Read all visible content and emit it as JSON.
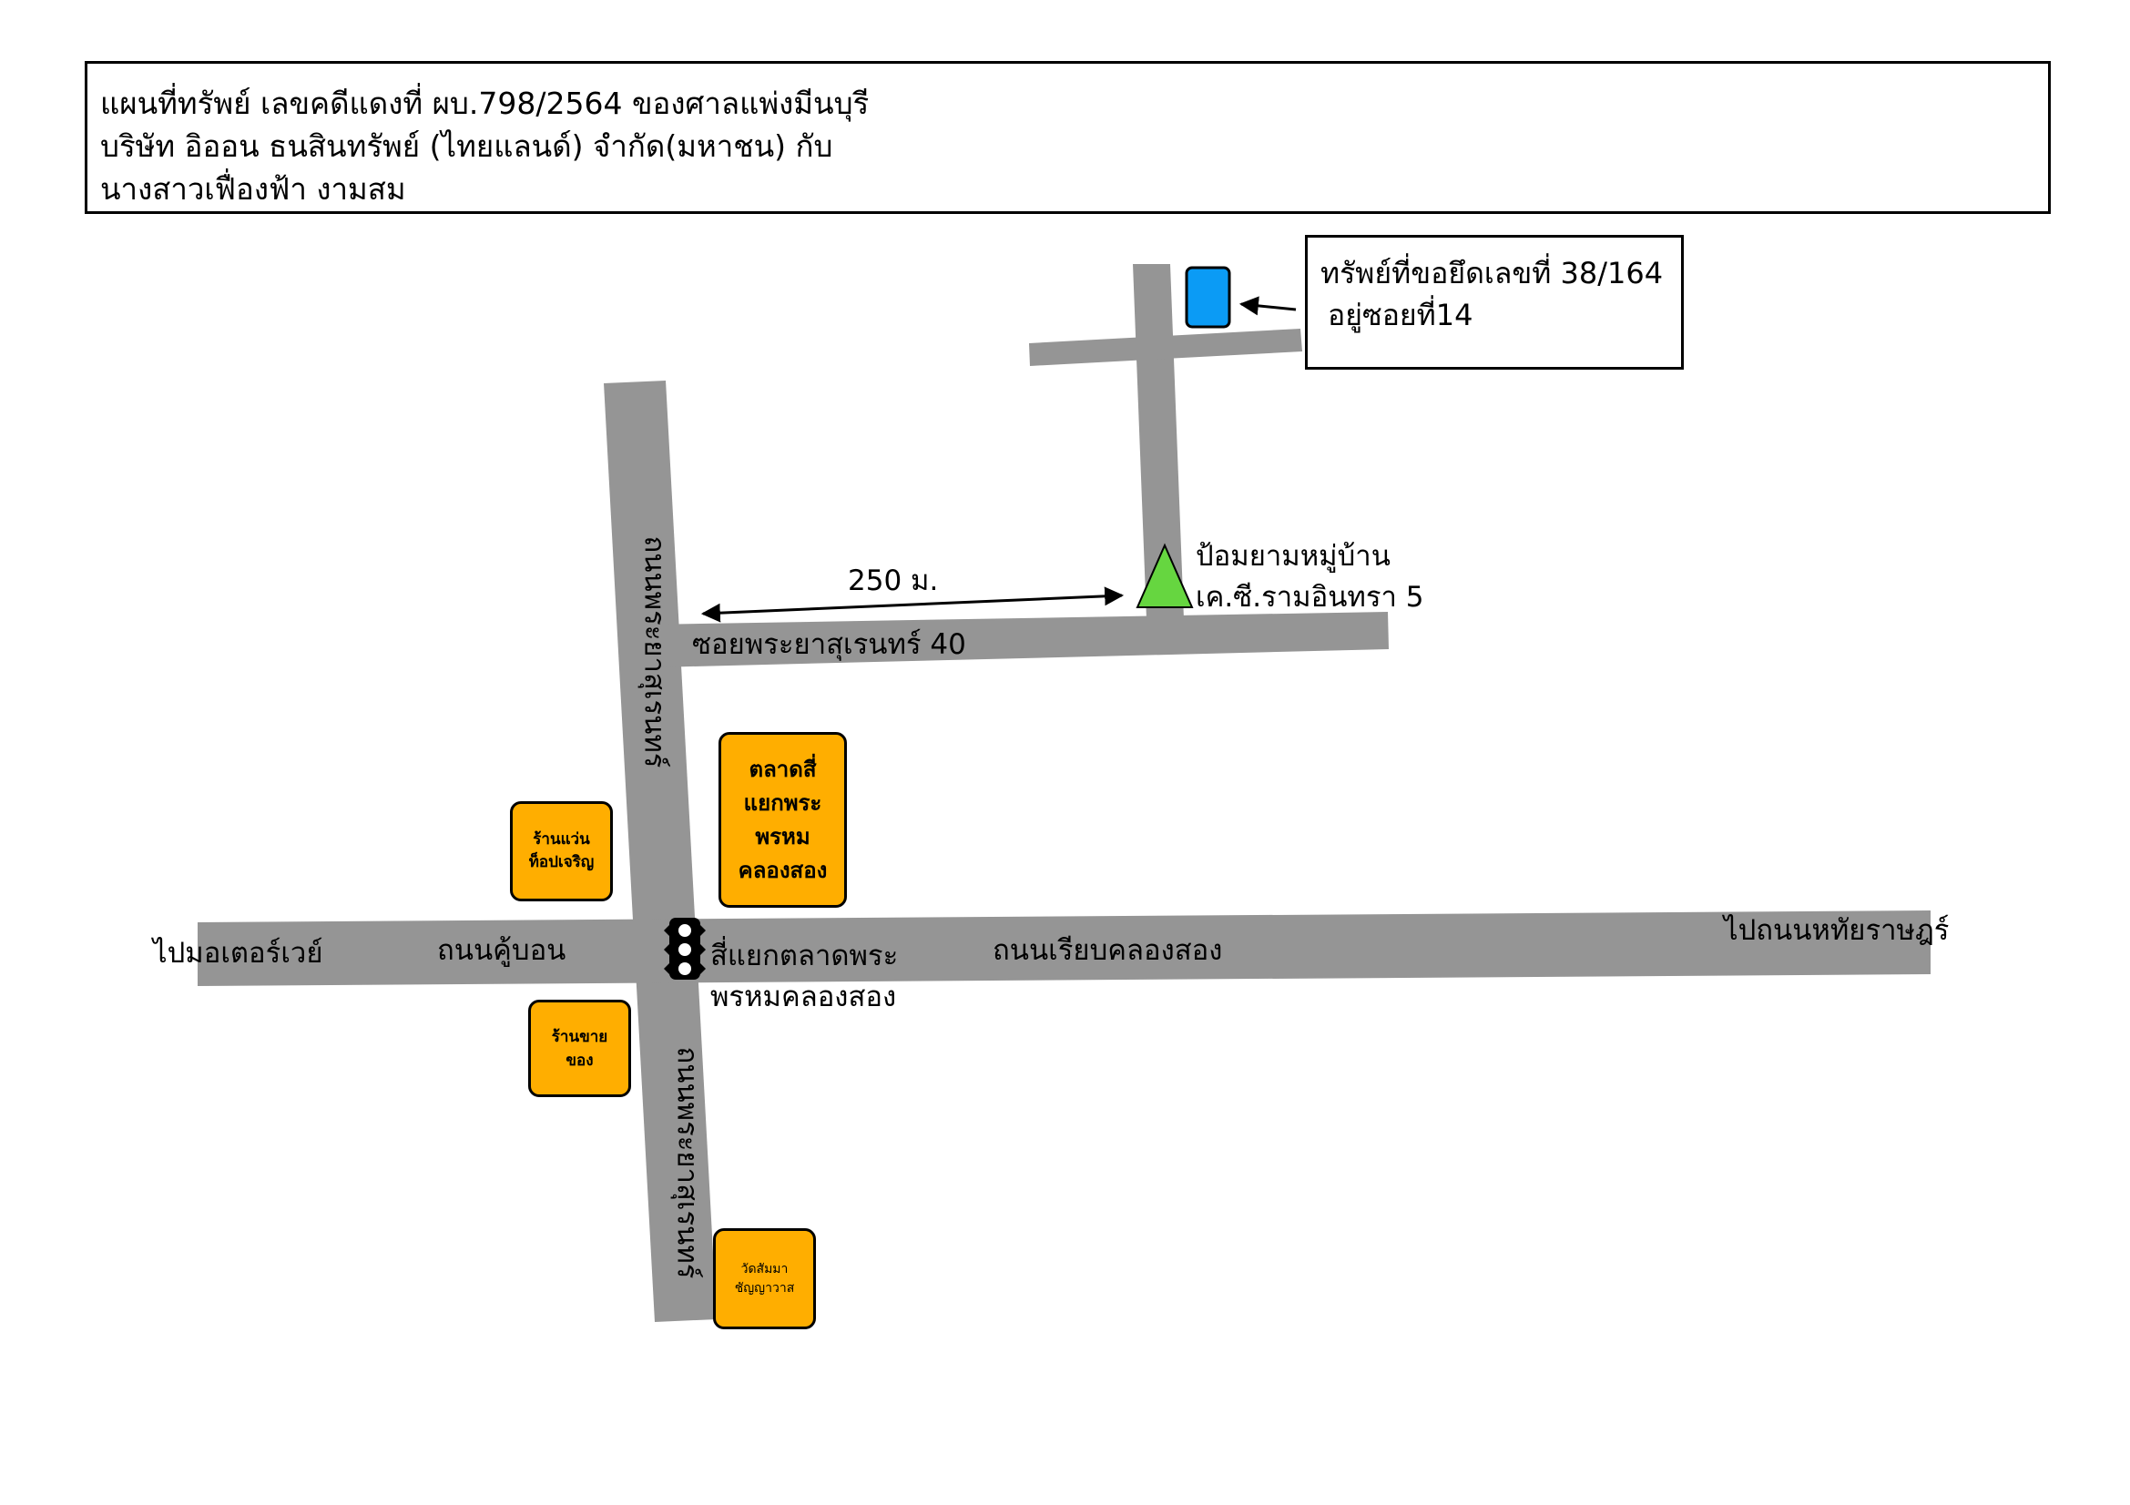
{
  "header": {
    "line1": "แผนที่ทรัพย์ เลขคดีแดงที่ ผบ.798/2564 ของศาลแพ่งมีนบุรี",
    "line2": "บริษัท อิออน ธนสินทรัพย์ (ไทยแลนด์) จำกัด(มหาชน)  กับ",
    "line3": "นางสาวเฟื่องฟ้า งามสม"
  },
  "property_callout": {
    "line1": "ทรัพย์ที่ขอยึดเลขที่ 38/164",
    "line2": "อยู่ซอยที่14"
  },
  "landmarks": {
    "guard_post_line1": "ป้อมยามหมู่บ้าน",
    "guard_post_line2": "เค.ซี.รามอินทรา 5",
    "distance": "250 ม.",
    "intersection_line1": "สี่แยกตลาดพระ",
    "intersection_line2": "พรหมคลองสอง"
  },
  "roads": {
    "soi": "ซอยพระยาสุเรนทร์ 40",
    "main_road_north": "ถนนพระยาสุเรนทร์",
    "main_road_south": "ถนนพระยาสุเรนทร์",
    "west_road": "ถนนคู้บอน",
    "east_road": "ถนนเรียบคลองสอง",
    "to_west": "ไปมอเตอร์เวย์",
    "to_east": "ไปถนนหทัยราษฎร์"
  },
  "pois": {
    "market_l1": "ตลาดสี่",
    "market_l2": "แยกพระ",
    "market_l3": "พรหม",
    "market_l4": "คลองสอง",
    "glasses_l1": "ร้านแว่น",
    "glasses_l2": "ท็อปเจริญ",
    "grocery_l1": "ร้านขาย",
    "grocery_l2": "ของ",
    "temple_l1": "วัดสัมมา",
    "temple_l2": "ชัญญาวาส"
  },
  "colors": {
    "road": "#959595",
    "poi_fill": "#FFAE00",
    "property_marker": "#0B9BF5",
    "guard_marker": "#66D640",
    "traffic_light": "#000000"
  },
  "icons": {
    "property": "blue-rectangle",
    "guard_post": "green-triangle",
    "intersection": "traffic-light-icon"
  }
}
